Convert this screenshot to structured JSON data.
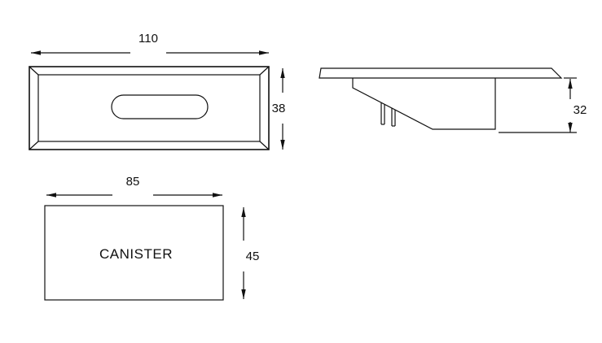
{
  "drawing": {
    "front_view": {
      "width_dim": "110",
      "height_dim": "38"
    },
    "side_view": {
      "height_dim": "32"
    },
    "canister_view": {
      "label": "CANISTER",
      "width_dim": "85",
      "height_dim": "45"
    }
  }
}
